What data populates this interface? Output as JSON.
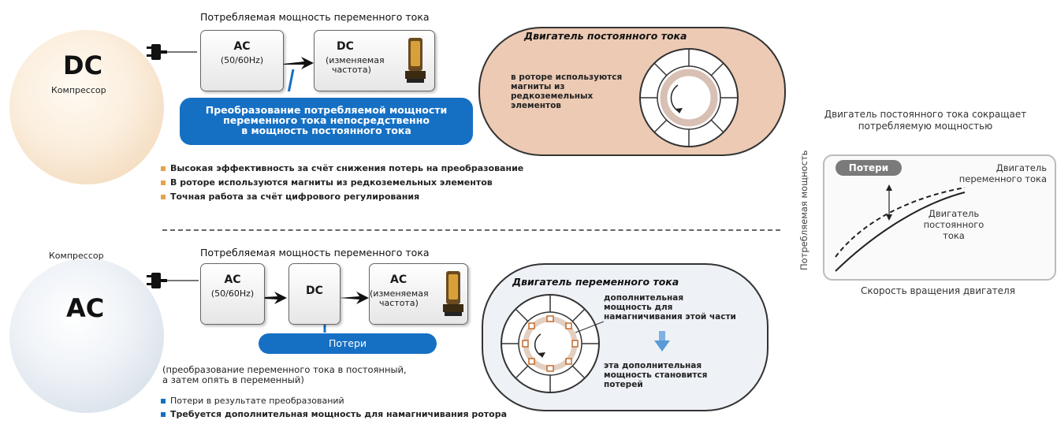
{
  "dc_section": {
    "compressor_big": "DC",
    "compressor_label": "Компрессор",
    "header": "Потребляемая мощность переменного тока",
    "box1": {
      "title": "AC",
      "sub": "(50/60Hz)"
    },
    "box2": {
      "title": "DC",
      "sub1": "(изменяемая",
      "sub2": "частота)"
    },
    "pill_lines": [
      "Преобразование потребляемой мощности",
      "переменного тока непосредственно",
      "в мощность постоянного тока"
    ],
    "motor_title": "Двигатель постоянного тока",
    "motor_note": [
      "в роторе используются",
      "магниты из",
      "редкоземельных",
      "элементов"
    ],
    "bullets": [
      "Высокая эффективность за счёт снижения потерь на преобразование",
      "В роторе используются магниты из редкоземельных элементов",
      "Точная работа за счёт цифрового регулирования"
    ]
  },
  "ac_section": {
    "compressor_label": "Компрессор",
    "compressor_big": "AC",
    "header": "Потребляемая мощность переменного тока",
    "box1": {
      "title": "AC",
      "sub": "(50/60Hz)"
    },
    "box2": {
      "title": "DC"
    },
    "box3": {
      "title": "AC",
      "sub1": "(изменяемая",
      "sub2": "частота)"
    },
    "pill": "Потери",
    "conversion_note": [
      "(преобразование переменного тока в постоянный,",
      "а затем опять в переменный)"
    ],
    "motor_title": "Двигатель переменного тока",
    "motor_note1": [
      "дополнительная",
      "мощность для",
      "намагничивания этой части"
    ],
    "motor_note2": [
      "эта дополнительная",
      "мощность становится",
      "потерей"
    ],
    "bullets": [
      "Потери в результате преобразований",
      "Требуется дополнительная мощность для намагничивания ротора"
    ]
  },
  "graph": {
    "caption": [
      "Двигатель постоянного тока сокращает",
      "потребляемую мощностью"
    ],
    "badge": "Потери",
    "ac_label": [
      "Двигатель",
      "переменного тока"
    ],
    "dc_label": [
      "Двигатель",
      "постоянного",
      "тока"
    ],
    "ylabel": "Потребляемая мощность",
    "xlabel": "Скорость вращения двигателя"
  },
  "colors": {
    "blue": "#1570c4",
    "motor_dc_fill": "#eccab4",
    "motor_ac_fill": "#eef1f6",
    "bullet_orange": "#e5a24a"
  }
}
